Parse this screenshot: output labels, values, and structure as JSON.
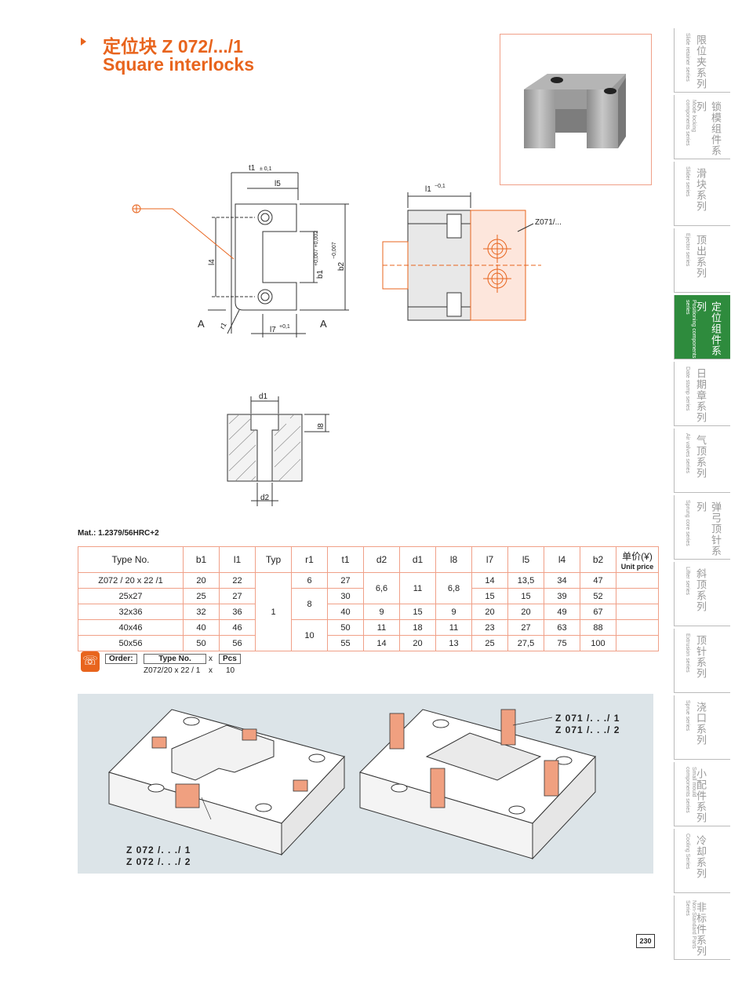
{
  "title": {
    "cn": "定位块 Z 072/.../1",
    "en": "Square interlocks"
  },
  "drawing": {
    "labels": {
      "t1": "t1",
      "t1_tol": "± 0,1",
      "l5": "l5",
      "l4": "l4",
      "b1": "b1",
      "b1_tol": "+0,007 +0,002",
      "b2": "b2",
      "b2_tol": "−0,007",
      "l7": "l7",
      "l7_tol": "+0,1",
      "r1": "r1",
      "a_left": "A",
      "a_right": "A",
      "l1": "l1",
      "l1_tol": "−0,1",
      "z071": "Z071/...",
      "d1": "d1",
      "d2": "d2",
      "l8": "l8"
    }
  },
  "material": "Mat.: 1.2379/56HRC+2",
  "table": {
    "headers": [
      "Type No.",
      "b1",
      "l1",
      "Typ",
      "r1",
      "t1",
      "d2",
      "d1",
      "l8",
      "l7",
      "l5",
      "l4",
      "b2"
    ],
    "price_header": "单价(¥)",
    "price_sub": "Unit price",
    "rows": [
      [
        "Z072 / 20 x 22 /1",
        "20",
        "22",
        "",
        "6",
        "27",
        "",
        "",
        "",
        "14",
        "13,5",
        "34",
        "47"
      ],
      [
        "25x27",
        "25",
        "27",
        "",
        "",
        "30",
        "",
        "",
        "",
        "15",
        "15",
        "39",
        "52"
      ],
      [
        "32x36",
        "32",
        "36",
        "1",
        "8",
        "40",
        "9",
        "15",
        "9",
        "20",
        "20",
        "49",
        "67"
      ],
      [
        "40x46",
        "40",
        "46",
        "",
        "10",
        "50",
        "11",
        "18",
        "11",
        "23",
        "27",
        "63",
        "88"
      ],
      [
        "50x56",
        "50",
        "56",
        "",
        "",
        "55",
        "14",
        "20",
        "13",
        "25",
        "27,5",
        "75",
        "100"
      ]
    ],
    "merged": {
      "d2_top": "6,6",
      "d1_top": "11",
      "l8_top": "6,8"
    }
  },
  "order": {
    "label": "Order:",
    "type_label": "Type No.",
    "x1": "x",
    "pcs_label": "Pcs",
    "type_value": "Z072/20 x 22 / 1",
    "x2": "x",
    "pcs_value": "10"
  },
  "illustration": {
    "cap_left_1": "Z 072 /. . ./ 1",
    "cap_left_2": "Z 072 /. . ./ 2",
    "cap_right_1": "Z 071 /. . ./ 1",
    "cap_right_2": "Z 071 /. . ./ 2"
  },
  "sidebar": [
    {
      "cn": "限位夹系列",
      "en": "Slide retainer series"
    },
    {
      "cn": "锁模组件系列",
      "en": "Mode locking components series"
    },
    {
      "cn": "滑块系列",
      "en": "Slider series"
    },
    {
      "cn": "顶出系列",
      "en": "Ejector series"
    },
    {
      "cn": "定位组件系列",
      "en": "Positioning components series"
    },
    {
      "cn": "日期章系列",
      "en": "Date stamp series"
    },
    {
      "cn": "气顶系列",
      "en": "Air valves series"
    },
    {
      "cn": "弹弓顶针系列",
      "en": "Sprung core series"
    },
    {
      "cn": "斜顶系列",
      "en": "Lifter series"
    },
    {
      "cn": "顶针系列",
      "en": "Extrusion series"
    },
    {
      "cn": "浇口系列",
      "en": "Sprue series"
    },
    {
      "cn": "小配件系列",
      "en": "Small mould components series"
    },
    {
      "cn": "冷却系列",
      "en": "Cooling Series"
    },
    {
      "cn": "非标件系列",
      "en": "Non-Standard Parts Series"
    }
  ],
  "page_number": "230",
  "colors": {
    "accent": "#e8641d",
    "active_tab": "#2e8b3d",
    "table_border": "#f0a088"
  }
}
